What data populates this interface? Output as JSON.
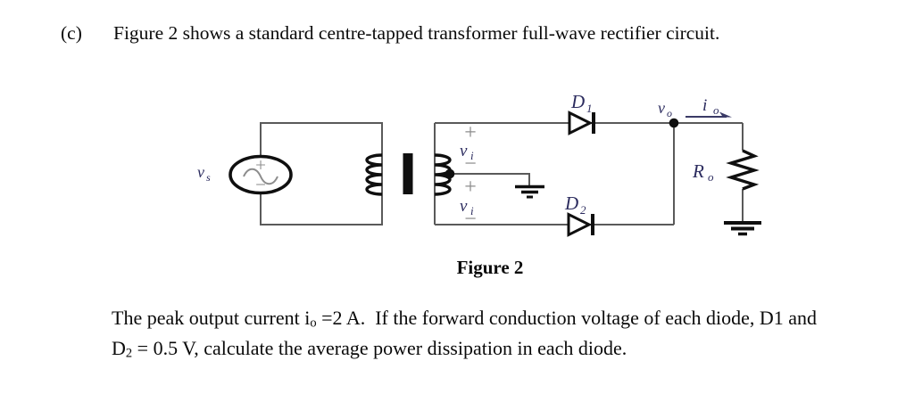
{
  "header": {
    "item_label": "(c)",
    "text": "Figure 2 shows a standard centre-tapped transformer full-wave rectifier circuit."
  },
  "figure": {
    "caption": "Figure 2",
    "labels": {
      "vs": {
        "base": "v",
        "sub": "s"
      },
      "vi_top": {
        "base": "v",
        "sub": "i"
      },
      "vi_bottom": {
        "base": "v",
        "sub": "i"
      },
      "d1": {
        "base": "D",
        "sub": "1"
      },
      "d2": {
        "base": "D",
        "sub": "2"
      },
      "vo": {
        "base": "v",
        "sub": "o"
      },
      "io": {
        "base": "i",
        "sub": "o"
      },
      "ro": {
        "base": "R",
        "sub": "o"
      },
      "plus": "+",
      "minus": "−"
    },
    "colors": {
      "label_ink": "#2b2b5e",
      "wire_gray": "#5a5a5a",
      "component_ink": "#0f0f0f",
      "sign_gray": "#8c8c8c"
    }
  },
  "problem": {
    "line1": {
      "pre": "The peak output current i",
      "sub": "o",
      "post": " =2 A.  If the forward conduction voltage of each diode, D1 and"
    },
    "line2": {
      "pre": "D",
      "sub": "2",
      "post": " = 0.5 V, calculate the average power dissipation in each diode."
    }
  }
}
